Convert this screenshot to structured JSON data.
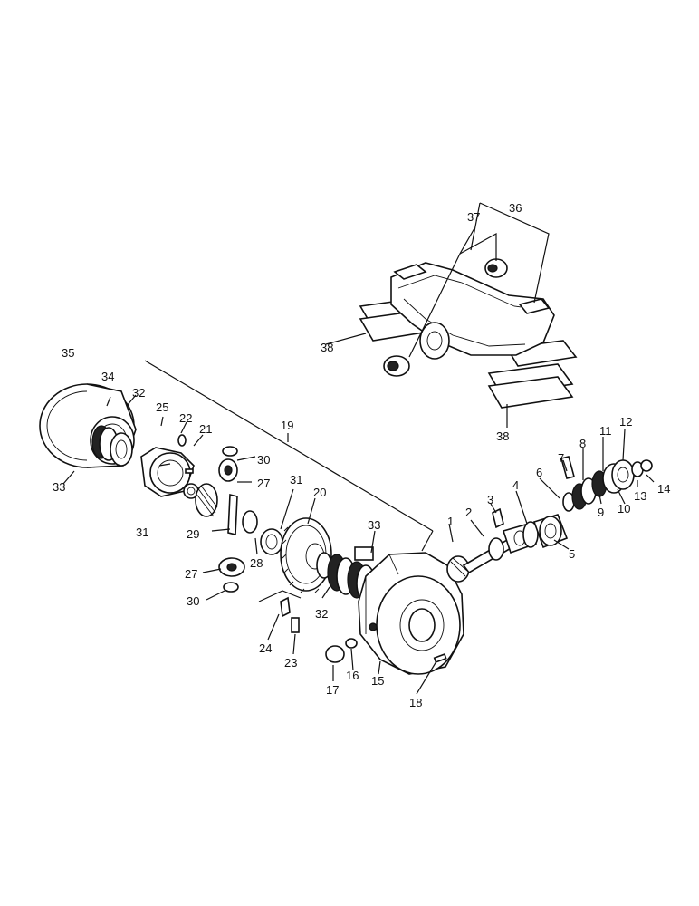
{
  "diagram": {
    "labels": [
      "1",
      "2",
      "3",
      "4",
      "5",
      "6",
      "7",
      "8",
      "9",
      "10",
      "11",
      "12",
      "13",
      "14",
      "15",
      "16",
      "17",
      "18",
      "19",
      "20",
      "21",
      "22",
      "23",
      "24",
      "25",
      "27",
      "27",
      "28",
      "29",
      "30",
      "30",
      "31",
      "31",
      "32",
      "32",
      "33",
      "33",
      "34",
      "35",
      "36",
      "37",
      "38",
      "38"
    ]
  }
}
